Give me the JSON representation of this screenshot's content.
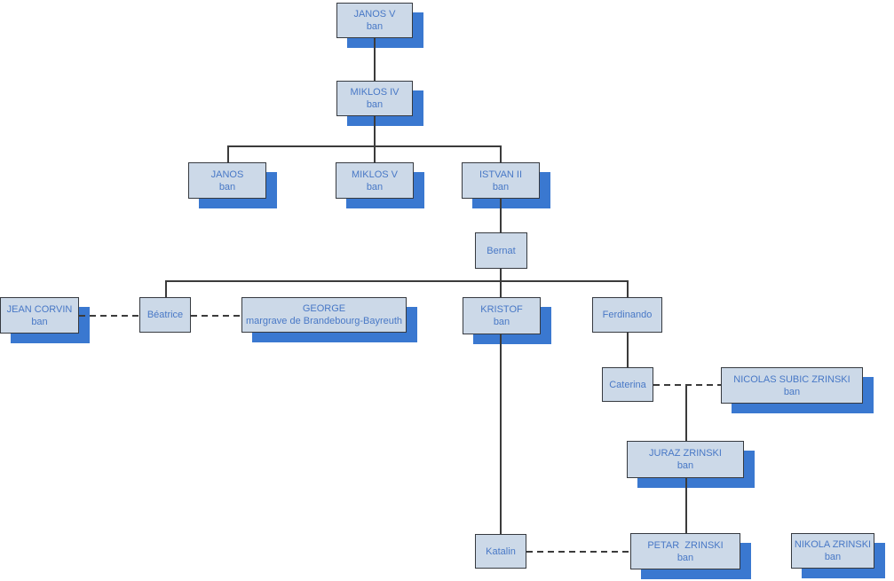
{
  "diagram": {
    "kind": "family-tree",
    "nodes": {
      "janos_v": {
        "name": "JANOS V",
        "title": "ban"
      },
      "miklos_iv": {
        "name": "MIKLOS IV",
        "title": "ban"
      },
      "janos": {
        "name": "JANOS",
        "title": "ban"
      },
      "miklos_v": {
        "name": "MIKLOS V",
        "title": "ban"
      },
      "istvan_ii": {
        "name": "ISTVAN II",
        "title": "ban"
      },
      "bernat": {
        "name": "Bernat"
      },
      "jean_corvin": {
        "name": "JEAN CORVIN",
        "title": "ban"
      },
      "beatrice": {
        "name": "Béatrice"
      },
      "george": {
        "name": "GEORGE",
        "title": "margrave de Brandebourg-Bayreuth"
      },
      "kristof": {
        "name": "KRISTOF",
        "title": "ban"
      },
      "ferdinando": {
        "name": "Ferdinando"
      },
      "caterina": {
        "name": "Caterina"
      },
      "nicolas_subic_zrinski": {
        "name": "NICOLAS SUBIC ZRINSKI",
        "title": "ban"
      },
      "juraz_zrinski": {
        "name": "JURAZ ZRINSKI",
        "title": "ban"
      },
      "katalin": {
        "name": "Katalin"
      },
      "petar_zrinski": {
        "name": "PETAR  ZRINSKI",
        "title": "ban"
      },
      "nikola_zrinski": {
        "name": "NIKOLA ZRINSKI",
        "title": "ban"
      }
    },
    "edges": [
      {
        "from": "JANOS V",
        "to": "MIKLOS IV",
        "style": "solid"
      },
      {
        "from": "MIKLOS IV",
        "to": "JANOS",
        "style": "solid"
      },
      {
        "from": "MIKLOS IV",
        "to": "MIKLOS V",
        "style": "solid"
      },
      {
        "from": "MIKLOS IV",
        "to": "ISTVAN II",
        "style": "solid"
      },
      {
        "from": "ISTVAN II",
        "to": "Bernat",
        "style": "solid"
      },
      {
        "from": "Bernat",
        "to": "Béatrice",
        "style": "solid"
      },
      {
        "from": "Bernat",
        "to": "KRISTOF",
        "style": "solid"
      },
      {
        "from": "Bernat",
        "to": "Ferdinando",
        "style": "solid"
      },
      {
        "from": "JEAN CORVIN",
        "to": "Béatrice",
        "style": "dashed"
      },
      {
        "from": "Béatrice",
        "to": "GEORGE",
        "style": "dashed"
      },
      {
        "from": "Ferdinando",
        "to": "Caterina",
        "style": "solid"
      },
      {
        "from": "Caterina",
        "to": "NICOLAS SUBIC ZRINSKI",
        "style": "dashed"
      },
      {
        "from": "Caterina",
        "to": "JURAZ ZRINSKI",
        "style": "solid"
      },
      {
        "from": "JURAZ ZRINSKI",
        "to": "PETAR ZRINSKI",
        "style": "solid"
      },
      {
        "from": "KRISTOF",
        "to": "Katalin",
        "style": "solid"
      },
      {
        "from": "Katalin",
        "to": "PETAR ZRINSKI",
        "style": "dashed"
      }
    ],
    "colors": {
      "node_fill": "#ccd9e8",
      "node_border": "#363a40",
      "node_shadow": "#3a78d0",
      "node_text": "#4878c6",
      "line": "#3b3b3b",
      "background": "#ffffff"
    }
  }
}
